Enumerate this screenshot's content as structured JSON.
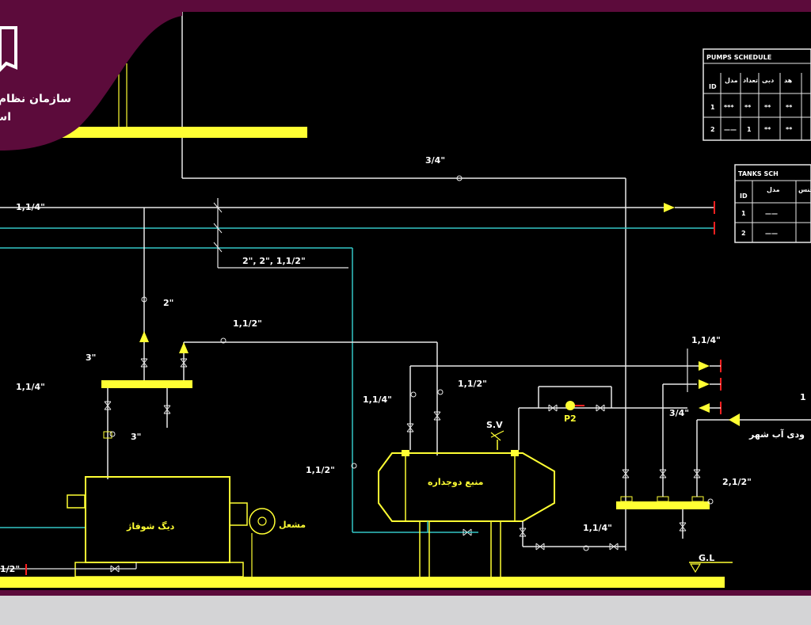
{
  "org": {
    "name_line_1": "سازمان نظام",
    "name_line_2": "اس"
  },
  "colors": {
    "background": "#000000",
    "frame": "#5c0b3b",
    "pipe_yellow": "#ffff33",
    "pipe_white": "#e8e8e8",
    "pipe_cyan": "#33c6c6",
    "valve_red": "#ff2020",
    "bottom_band": "#d4d4d6"
  },
  "labels": {
    "boiler": "دیگ شوفاژ",
    "burner": "مشعل",
    "tank": "منبع دوجداره",
    "safety_valve": "S.V",
    "pump": "P2",
    "ground_level": "G.L",
    "city_water_inlet": "ودی آب شهر",
    "size_3_4_top": "3/4\"",
    "size_1_1_4_left_top": "1,1/4\"",
    "size_1_1_4_left_mid": "1,1/4\"",
    "size_multi": "2\", 2\", 1,1/2\"",
    "size_2_riser": "2\"",
    "size_1_1_2_riser": "1,1/2\"",
    "size_3_header": "3\"",
    "size_3_boiler": "3\"",
    "size_1_1_4_tank": "1,1/4\"",
    "size_1_1_2_tank": "1,1/2\"",
    "size_1_1_2_return": "1,1/2\"",
    "size_1_1_4_right": "1,1/4\"",
    "size_3_4_right": "3/4\"",
    "size_2_1_2": "2,1/2\"",
    "size_1_1_4_bottom": "1,1/4\"",
    "size_1_2_left": "1/2\"",
    "size_1_far_right": "1"
  },
  "pumps_schedule": {
    "title": "PUMPS SCHEDULE",
    "headers": [
      "ID",
      "مدل",
      "تعداد",
      "دبی",
      "هد"
    ],
    "rows": [
      [
        "1",
        "***",
        "**",
        "**",
        "**"
      ],
      [
        "2",
        "——",
        "1",
        "**",
        "**"
      ]
    ]
  },
  "tanks_schedule": {
    "title": "TANKS SCH",
    "headers": [
      "ID",
      "مدل",
      "جنس"
    ],
    "rows": [
      [
        "1",
        "——",
        ""
      ],
      [
        "2",
        "——",
        ""
      ]
    ]
  }
}
